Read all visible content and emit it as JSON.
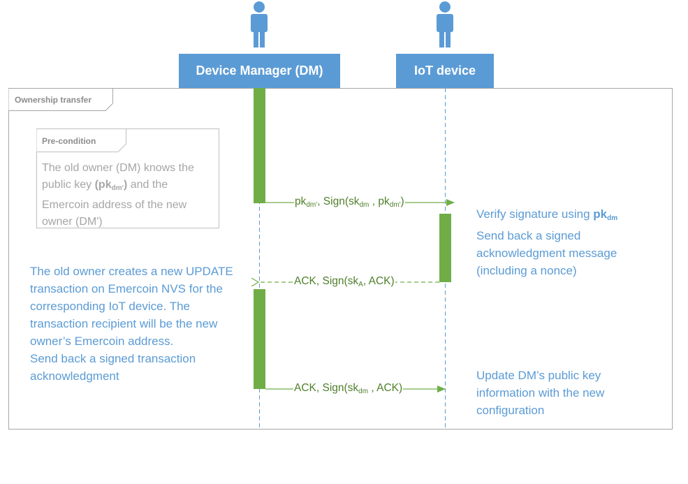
{
  "actors": {
    "dm_label": "Device Manager (DM)",
    "iot_label": "IoT device"
  },
  "frame": {
    "label": "Ownership transfer"
  },
  "precondition": {
    "label": "Pre-condition",
    "text_1": "The old owner (DM) knows the public key ",
    "key": "(pk",
    "key_sub": "dm'",
    "key_close": ")",
    "text_2": " and the Emercoin address of the new owner (DM')"
  },
  "messages": [
    {
      "prefix": "pk",
      "prefix_sub": "dm'",
      "mid": ",  Sign(sk",
      "mid_sub": "dm",
      "mid2": " , pk",
      "mid2_sub": "dm'",
      "end": ")",
      "style": "solid"
    },
    {
      "prefix": "ACK, Sign(sk",
      "prefix_sub": "A",
      "end": ", ACK)",
      "style": "dashed"
    },
    {
      "prefix": "ACK, Sign(sk",
      "prefix_sub": "dm",
      "end": " , ACK)",
      "style": "solid"
    }
  ],
  "notes": {
    "verify_1": "Verify signature using ",
    "verify_key": "pk",
    "verify_key_sub": "dm",
    "verify_2": "Send back a signed acknowledgment message (including a nonce)",
    "dm_action_1": "The old owner creates a new UPDATE transaction on Emercoin NVS for the corresponding IoT device. The transaction recipient will be the new owner’s Emercoin address.",
    "dm_action_2": "Send back a signed transaction acknowledgment",
    "update": "Update DM’s public key information with the new configuration"
  },
  "colors": {
    "actor": "#5b9bd5",
    "activation": "#70ad47",
    "message": "#4f7f2a",
    "note": "#5b9bd5",
    "frame": "#a6a6a6",
    "precondition_text": "#a6a6a6"
  },
  "icons": [
    "person-icon",
    "person-icon"
  ]
}
